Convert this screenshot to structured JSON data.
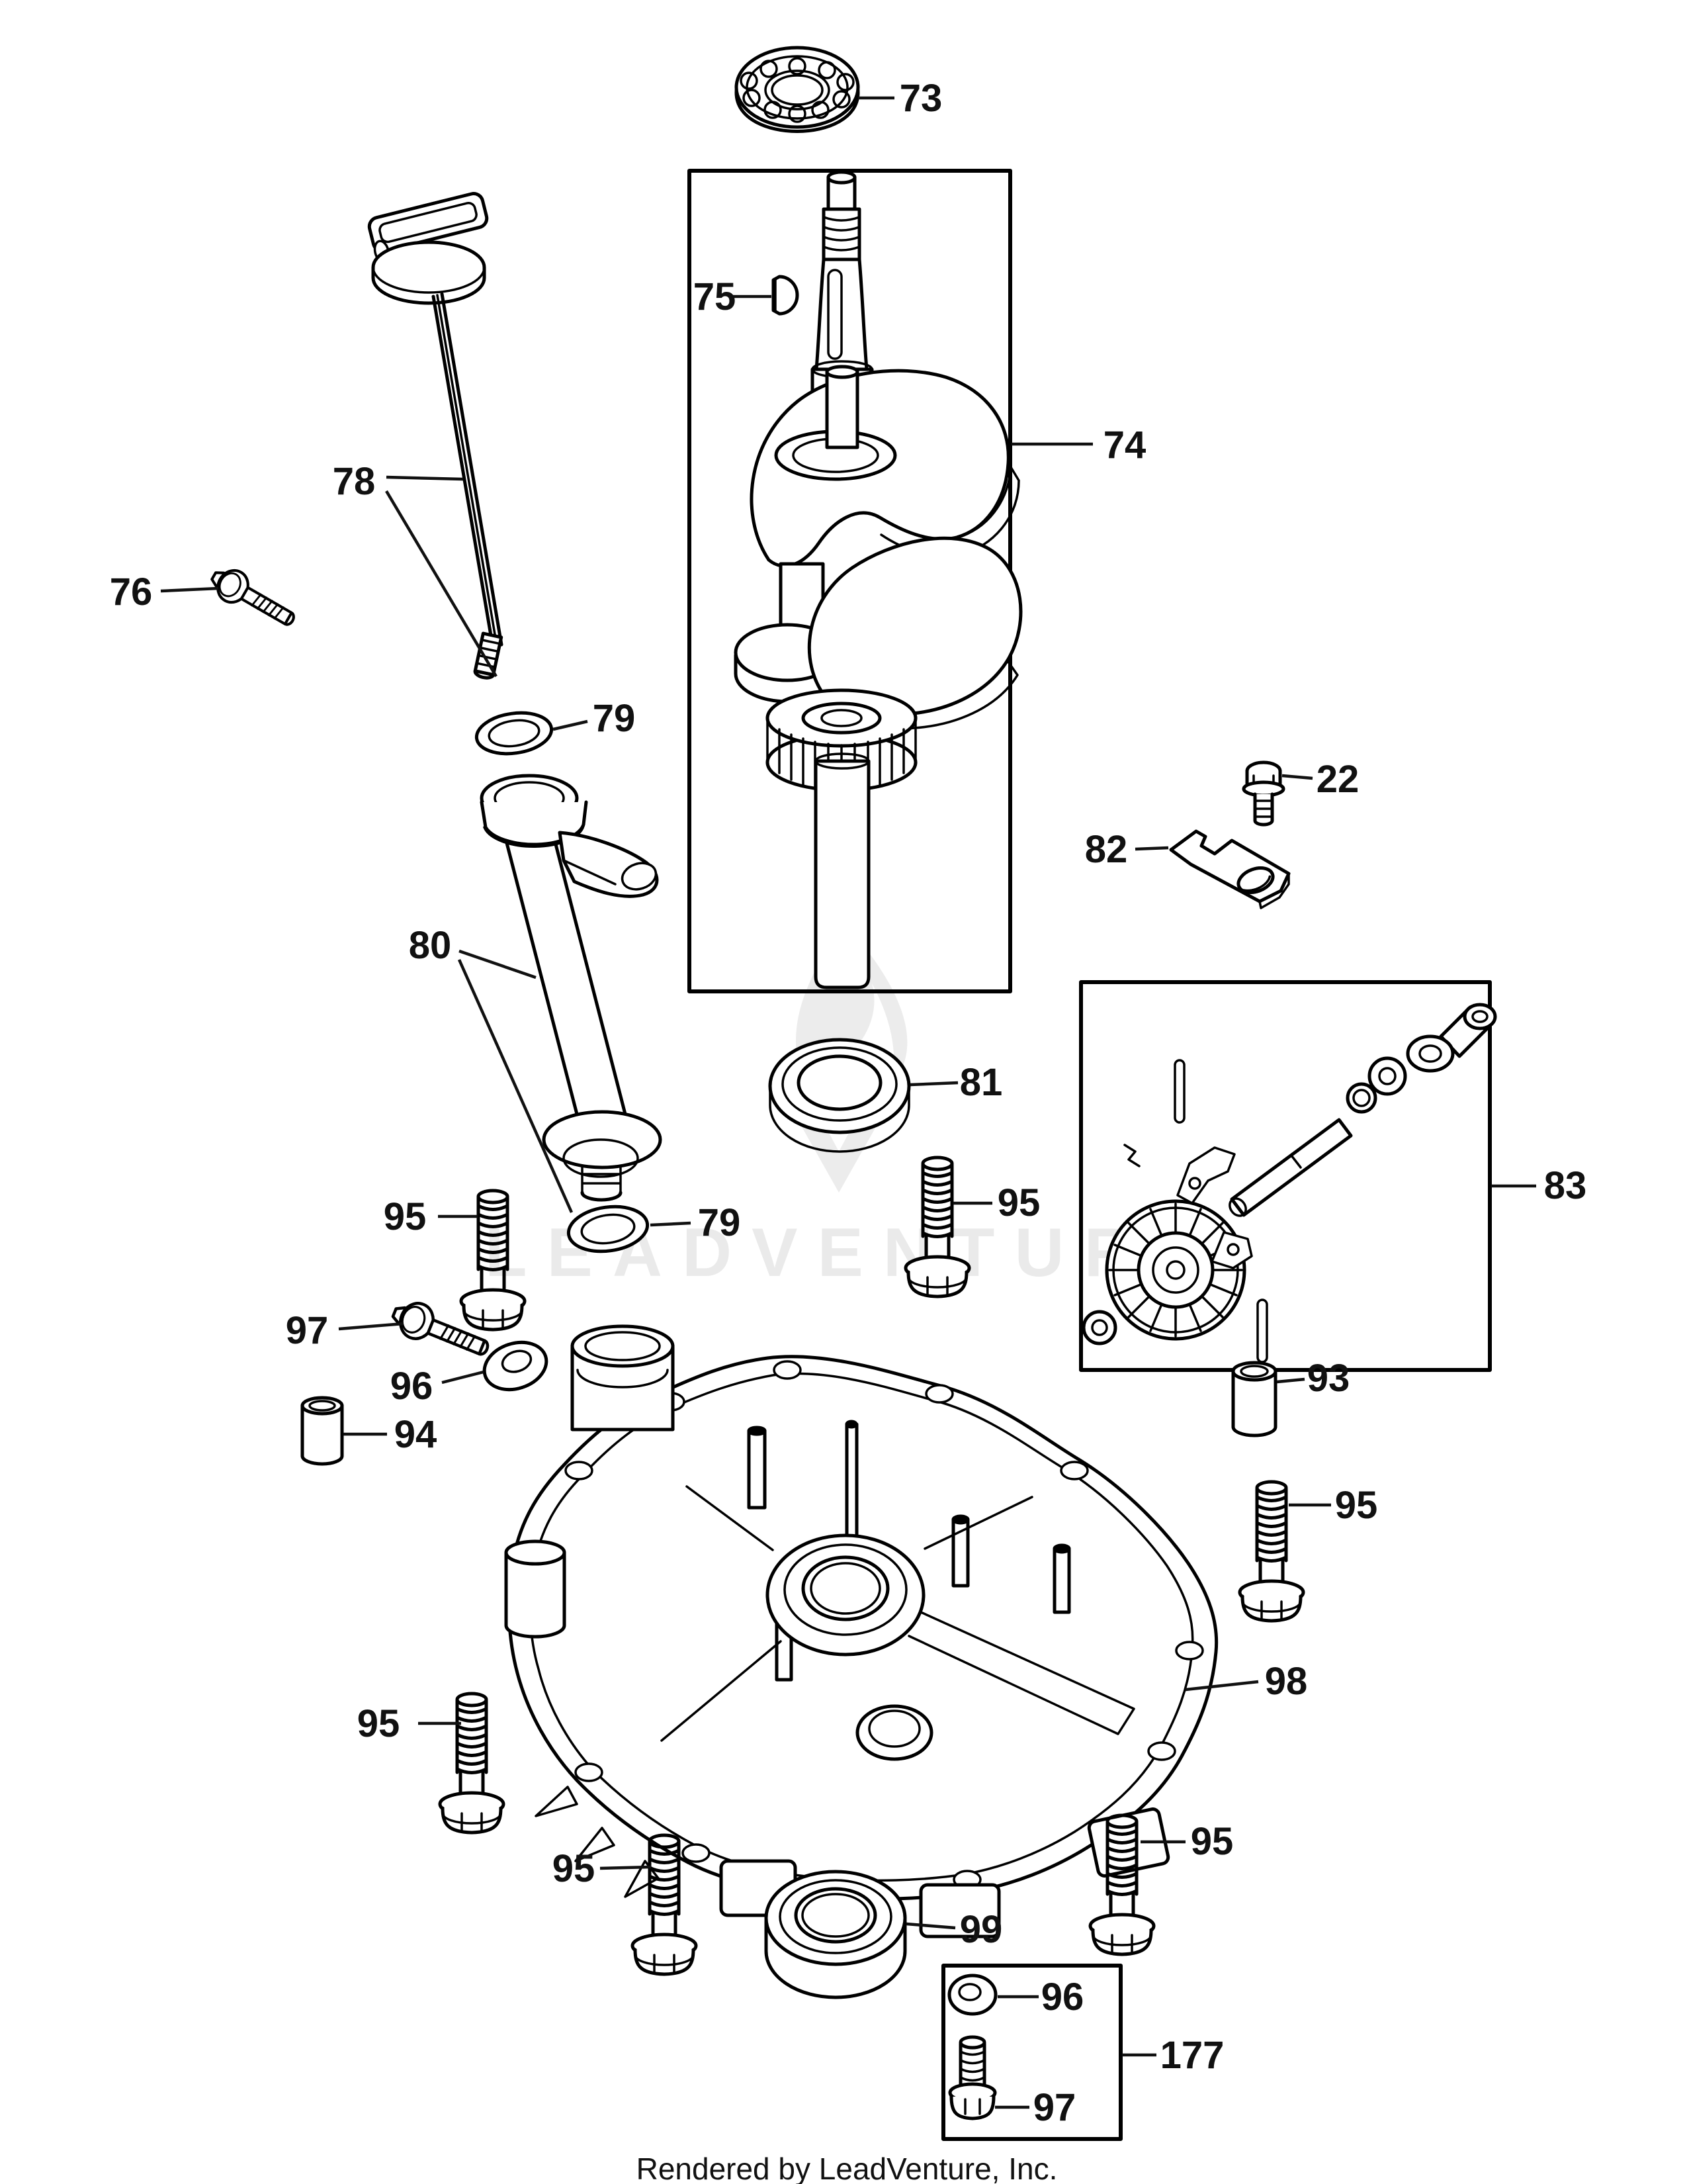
{
  "footer": {
    "text": "Rendered by LeadVenture, Inc."
  },
  "watermark": {
    "text": "LEADVENTURE"
  },
  "colors": {
    "line": "#000000",
    "label": "#111111",
    "watermark": "#eaeaea"
  },
  "callouts": [
    {
      "num": "73"
    },
    {
      "num": "75"
    },
    {
      "num": "74"
    },
    {
      "num": "78"
    },
    {
      "num": "76"
    },
    {
      "num": "79"
    },
    {
      "num": "22"
    },
    {
      "num": "82"
    },
    {
      "num": "80"
    },
    {
      "num": "81"
    },
    {
      "num": "83"
    },
    {
      "num": "79"
    },
    {
      "num": "95"
    },
    {
      "num": "95"
    },
    {
      "num": "97"
    },
    {
      "num": "96"
    },
    {
      "num": "94"
    },
    {
      "num": "93"
    },
    {
      "num": "95"
    },
    {
      "num": "98"
    },
    {
      "num": "95"
    },
    {
      "num": "95"
    },
    {
      "num": "95"
    },
    {
      "num": "99"
    },
    {
      "num": "96"
    },
    {
      "num": "97"
    },
    {
      "num": "177"
    }
  ]
}
